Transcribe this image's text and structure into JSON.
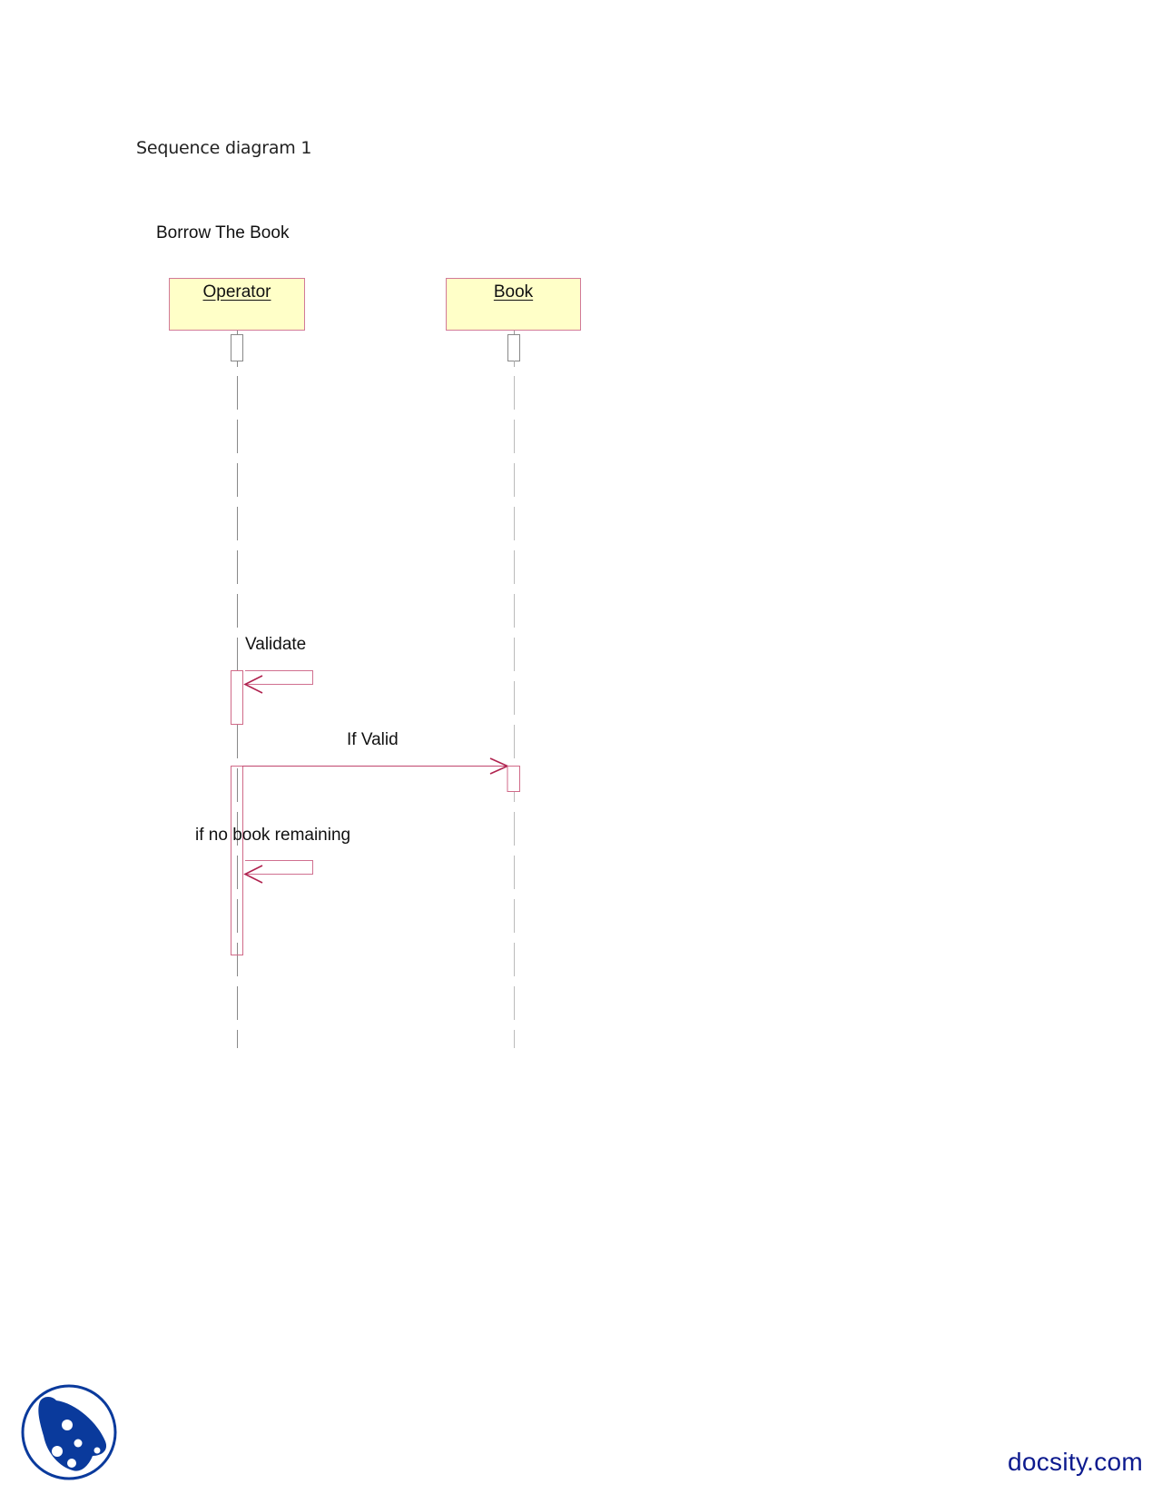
{
  "page": {
    "heading": "Sequence diagram 1"
  },
  "diagram": {
    "title": "Borrow The Book",
    "lifelines": [
      {
        "name": "Operator"
      },
      {
        "name": "Book"
      }
    ],
    "messages": [
      {
        "label": "Validate",
        "from": "Operator",
        "to": "Operator",
        "type": "self"
      },
      {
        "label": "If Valid",
        "from": "Operator",
        "to": "Book",
        "type": "sync"
      },
      {
        "label": "if no book remaining",
        "from": "Operator",
        "to": "Operator",
        "type": "self"
      }
    ],
    "colors": {
      "box_fill": "#ffffc8",
      "box_border": "#d27a98",
      "message_line": "#c0456e",
      "activation_border": "#d06a88",
      "lifeline": "#888888"
    }
  },
  "footer": {
    "brand": "docsity.com",
    "brand_color": "#0c1a8e",
    "logo_icon": "docsity-logo-icon"
  }
}
